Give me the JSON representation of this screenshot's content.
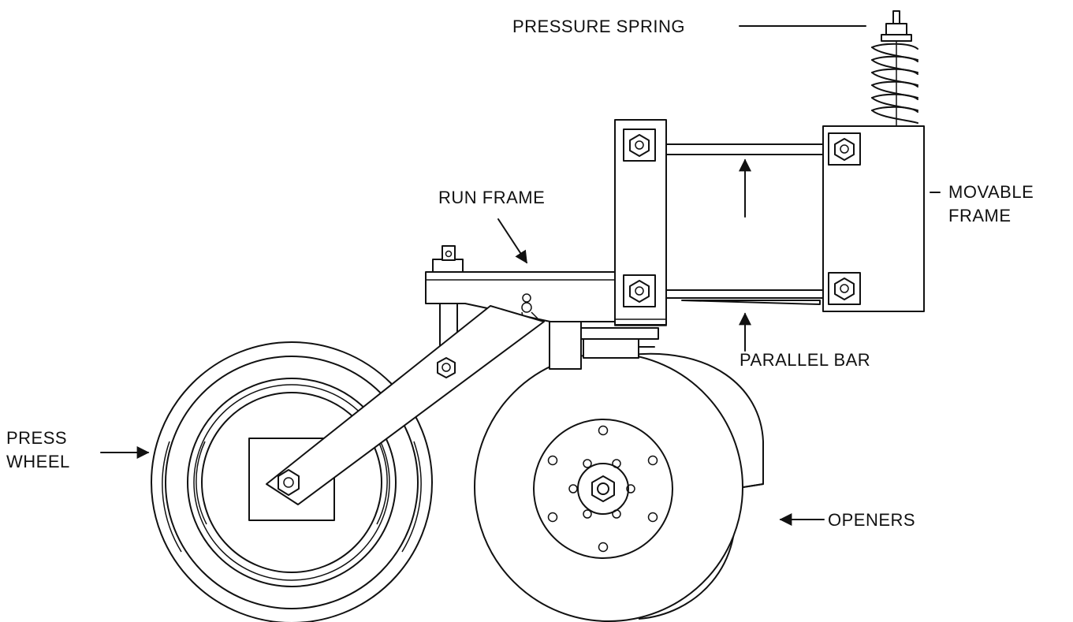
{
  "diagram": {
    "labels": {
      "pressure_spring": "PRESSURE SPRING",
      "movable_frame_line1": "MOVABLE",
      "movable_frame_line2": "FRAME",
      "run_frame": "RUN FRAME",
      "parallel_bar": "PARALLEL BAR",
      "press_wheel_line1": "PRESS",
      "press_wheel_line2": "WHEEL",
      "openers": "OPENERS"
    },
    "colors": {
      "ink": "#111111",
      "paper": "#ffffff"
    }
  }
}
